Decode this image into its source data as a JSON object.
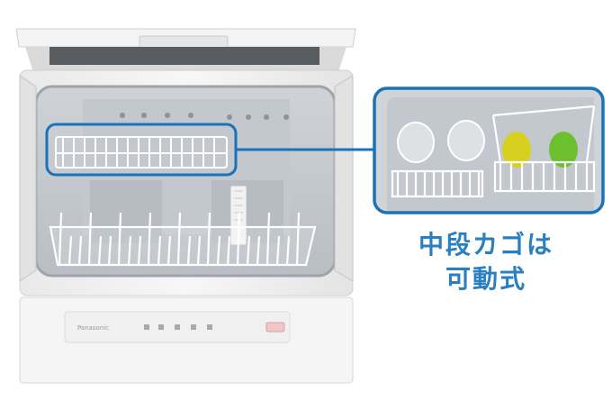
{
  "product": {
    "brand": "Panasonic"
  },
  "callout": {
    "line1": "中段カゴは",
    "line2": "可動式"
  },
  "colors": {
    "accent": "#1a73b8",
    "caption": "#2a7fc0",
    "body": "#f2f2f2",
    "interior": "#c9cdd2",
    "rack": "#ffffff",
    "cup_yellow": "#d8d020",
    "cup_green": "#6cc030"
  },
  "icons": [
    "rack-icon",
    "panel-indicator-icon"
  ]
}
